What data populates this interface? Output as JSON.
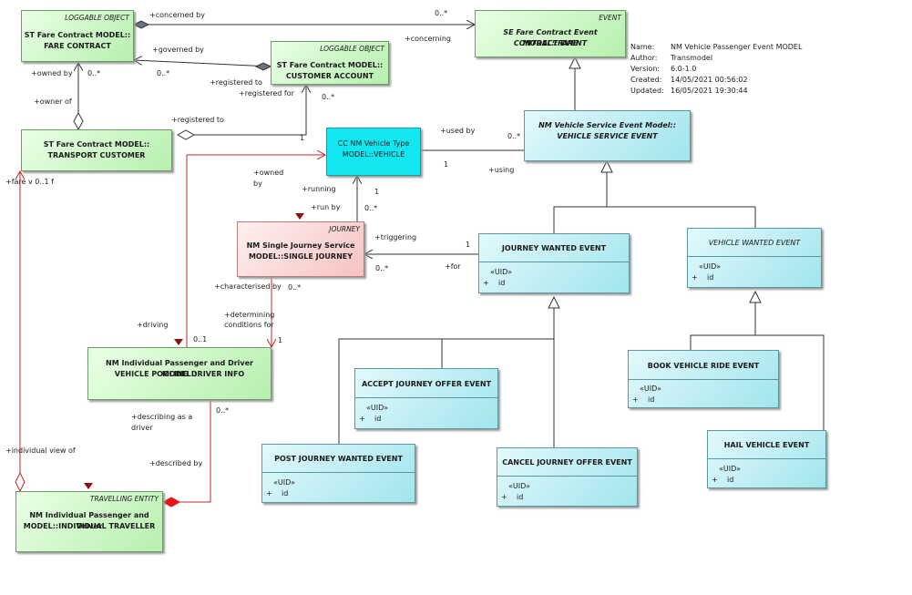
{
  "boxes": {
    "fare_contract": {
      "stereotype": "LOGGABLE OBJECT",
      "title1": "ST Fare Contract MODEL::",
      "title2": "FARE CONTRACT"
    },
    "customer_account": {
      "stereotype": "LOGGABLE OBJECT",
      "title1": "ST Fare Contract MODEL::",
      "title2": "CUSTOMER ACCOUNT"
    },
    "fare_contract_event": {
      "stereotype": "EVENT",
      "title1": "SE Fare Contract Event MODEL::FARE",
      "title2": "CONTRACT EVENT"
    },
    "transport_customer": {
      "title1": "ST Fare Contract MODEL::",
      "title2": "TRANSPORT CUSTOMER"
    },
    "vehicle": {
      "title1": "CC NM Vehicle Type",
      "title2": "MODEL::VEHICLE"
    },
    "vehicle_service_event": {
      "title1": "NM Vehicle Service Event Model::",
      "title2": "VEHICLE SERVICE EVENT"
    },
    "single_journey": {
      "stereotype": "JOURNEY",
      "title1": "NM Single Journey Service",
      "title2": "MODEL::SINGLE JOURNEY"
    },
    "journey_wanted_event": {
      "title1": "JOURNEY WANTED  EVENT",
      "uid": "«UID»",
      "attr": "id",
      "vis": "+"
    },
    "vehicle_wanted_event": {
      "title1": "VEHICLE WANTED EVENT",
      "uid": "«UID»",
      "attr": "id",
      "vis": "+"
    },
    "pooling_driver_info": {
      "title1": "NM Individual Passenger and Driver MODEL::",
      "title2": "VEHICLE POOLING DRIVER INFO"
    },
    "accept_journey_offer_event": {
      "title1": "ACCEPT JOURNEY OFFER EVENT",
      "uid": "«UID»",
      "attr": "id",
      "vis": "+"
    },
    "book_vehicle_ride_event": {
      "title1": "BOOK VEHICLE RIDE EVENT",
      "uid": "«UID»",
      "attr": "id",
      "vis": "+"
    },
    "post_journey_wanted_event": {
      "title1": "POST JOURNEY WANTED EVENT",
      "uid": "«UID»",
      "attr": "id",
      "vis": "+"
    },
    "cancel_journey_offer_event": {
      "title1": "CANCEL JOURNEY OFFER EVENT",
      "uid": "«UID»",
      "attr": "id",
      "vis": "+"
    },
    "hail_vehicle_event": {
      "title1": "HAIL VEHICLE EVENT",
      "uid": "«UID»",
      "attr": "id",
      "vis": "+"
    },
    "individual_traveller": {
      "stereotype": "TRAVELLING ENTITY",
      "title1": "NM Individual Passenger and Driver",
      "title2": "MODEL::INDIVIDUAL TRAVELLER"
    }
  },
  "labels": {
    "concerned_by": "+concerned by",
    "m_0s_a": "0..*",
    "concerning": "+concerning",
    "governed_by": "+governed by",
    "owned_by": "+owned by",
    "m_0s_b": "0..*",
    "m_0s_c": "0..*",
    "registered_to_a": "+registered to",
    "registered_for": "+registered for",
    "m_0s_d": "0..*",
    "owner_of": "+owner of",
    "registered_to_b": "+registered to",
    "m_1_a": "1",
    "used_by": "+used by",
    "m_0s_e": "0..*",
    "m_1_b": "1",
    "using": "+using",
    "owned": "+owned",
    "by": "by",
    "running": "+running",
    "m_1_c": "1",
    "run_by": "+run by",
    "m_0s_f": "0..*",
    "fare_of": "+fare v 0..1 f",
    "triggering": "+triggering",
    "m_1_d": "1",
    "m_0s_g": "0..*",
    "for": "+for",
    "characterised_by": "+characterised by",
    "m_0s_h": "0..*",
    "determining": "+determining",
    "conditions_for": "conditions for",
    "m_1_e": "1",
    "driving": "+driving",
    "m_01": "0..1",
    "describing_as_a": "+describing as a",
    "driver": "driver",
    "m_0s_i": "0..*",
    "described_by": "+described by",
    "individual_view_of": "+individual view of"
  },
  "metadata": {
    "name_label": "Name:",
    "name": "NM Vehicle Passenger Event MODEL",
    "author_label": "Author:",
    "author": "Transmodel",
    "version_label": "Version:",
    "version": "6.0-1.0",
    "created_label": "Created:",
    "created": "14/05/2021 00:56:02",
    "updated_label": "Updated:",
    "updated": "16/05/2021 19:30:44"
  }
}
